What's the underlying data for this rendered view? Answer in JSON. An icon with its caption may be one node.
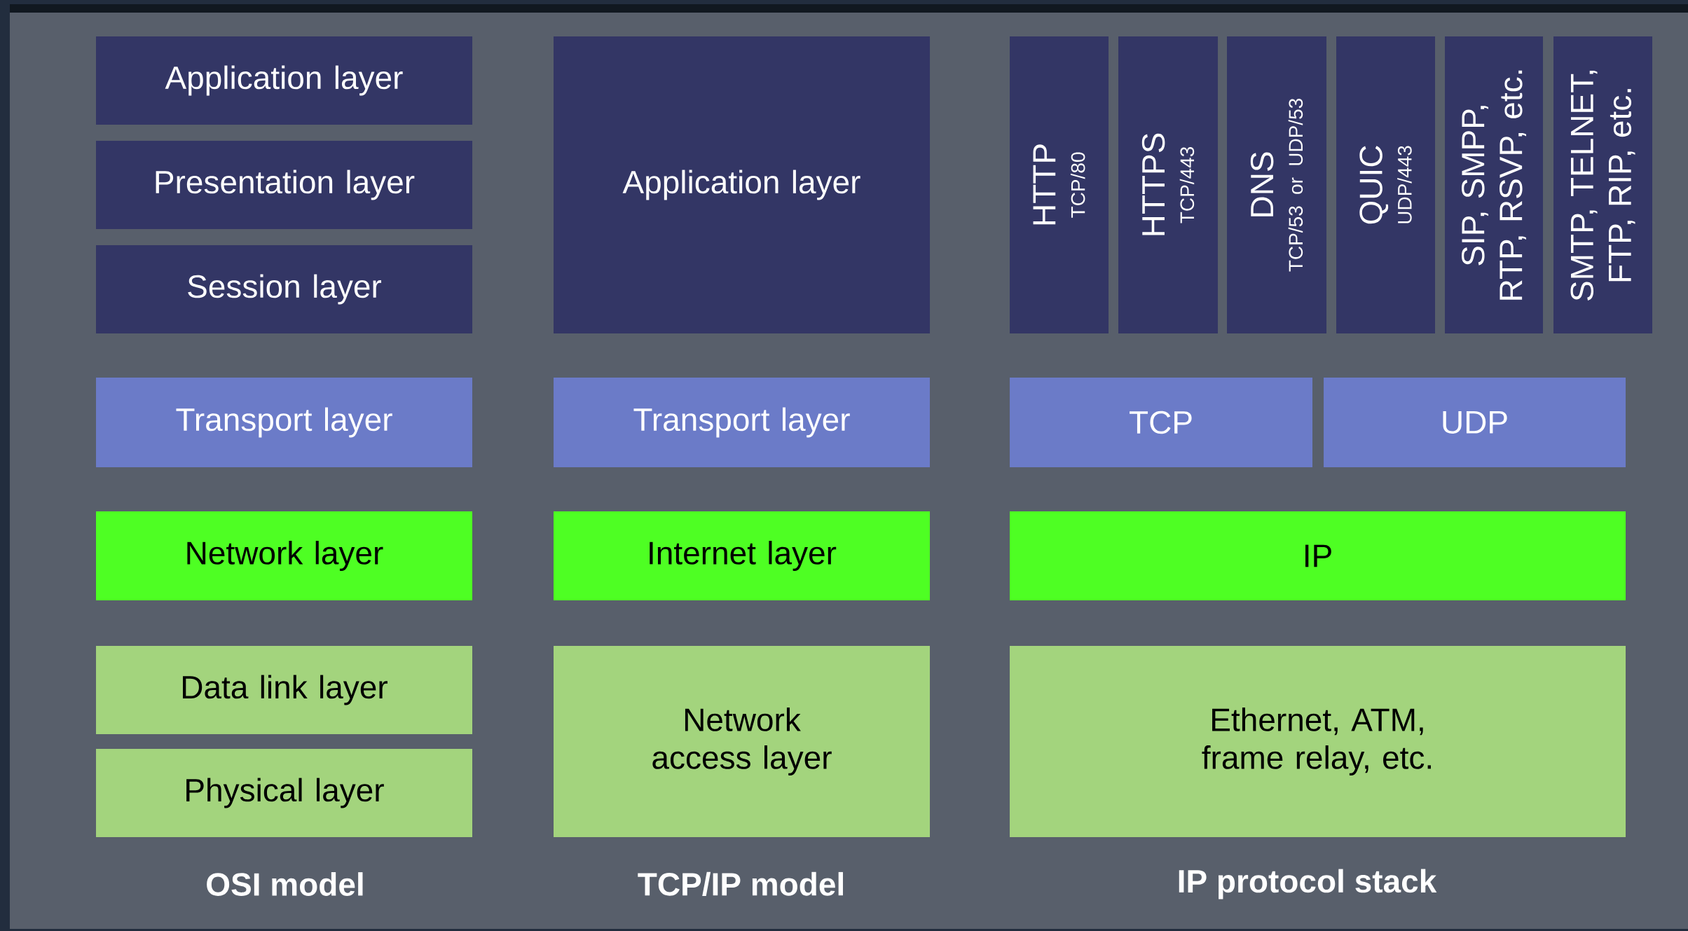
{
  "diagram": {
    "nodes": [
      {
        "text": [
          "Application layer"
        ]
      },
      {
        "text": [
          "Presentation layer"
        ]
      },
      {
        "text": [
          "Session layer"
        ]
      },
      {
        "text": [
          "Application layer"
        ]
      },
      {
        "text": [
          "HTTP",
          "TCP/80"
        ]
      },
      {
        "text": [
          "HTTPS",
          "TCP/443"
        ]
      },
      {
        "text": [
          "DNS",
          "TCP/53 or UDP/53"
        ]
      },
      {
        "text": [
          "QUIC",
          "UDP/443"
        ]
      },
      {
        "text": [
          "SIP, SMPP, RTP, RSVP, etc."
        ]
      },
      {
        "text": [
          "SMTP, TELNET, FTP, RIP, etc."
        ]
      },
      {
        "text": [
          "Transport layer"
        ]
      },
      {
        "text": [
          "Transport layer"
        ]
      },
      {
        "text": [
          "TCP"
        ]
      },
      {
        "text": [
          "UDP"
        ]
      },
      {
        "text": [
          "Network layer"
        ]
      },
      {
        "text": [
          "Internet layer"
        ]
      },
      {
        "text": [
          "IP"
        ]
      },
      {
        "text": [
          "Data link layer"
        ]
      },
      {
        "text": [
          "Physical layer"
        ]
      },
      {
        "text": [
          "Network access layer"
        ]
      },
      {
        "text": [
          "Ethernet, ATM, frame relay, etc."
        ]
      }
    ],
    "labels": [
      "OSI model",
      "TCP/IP model",
      "IP protocol stack"
    ]
  }
}
